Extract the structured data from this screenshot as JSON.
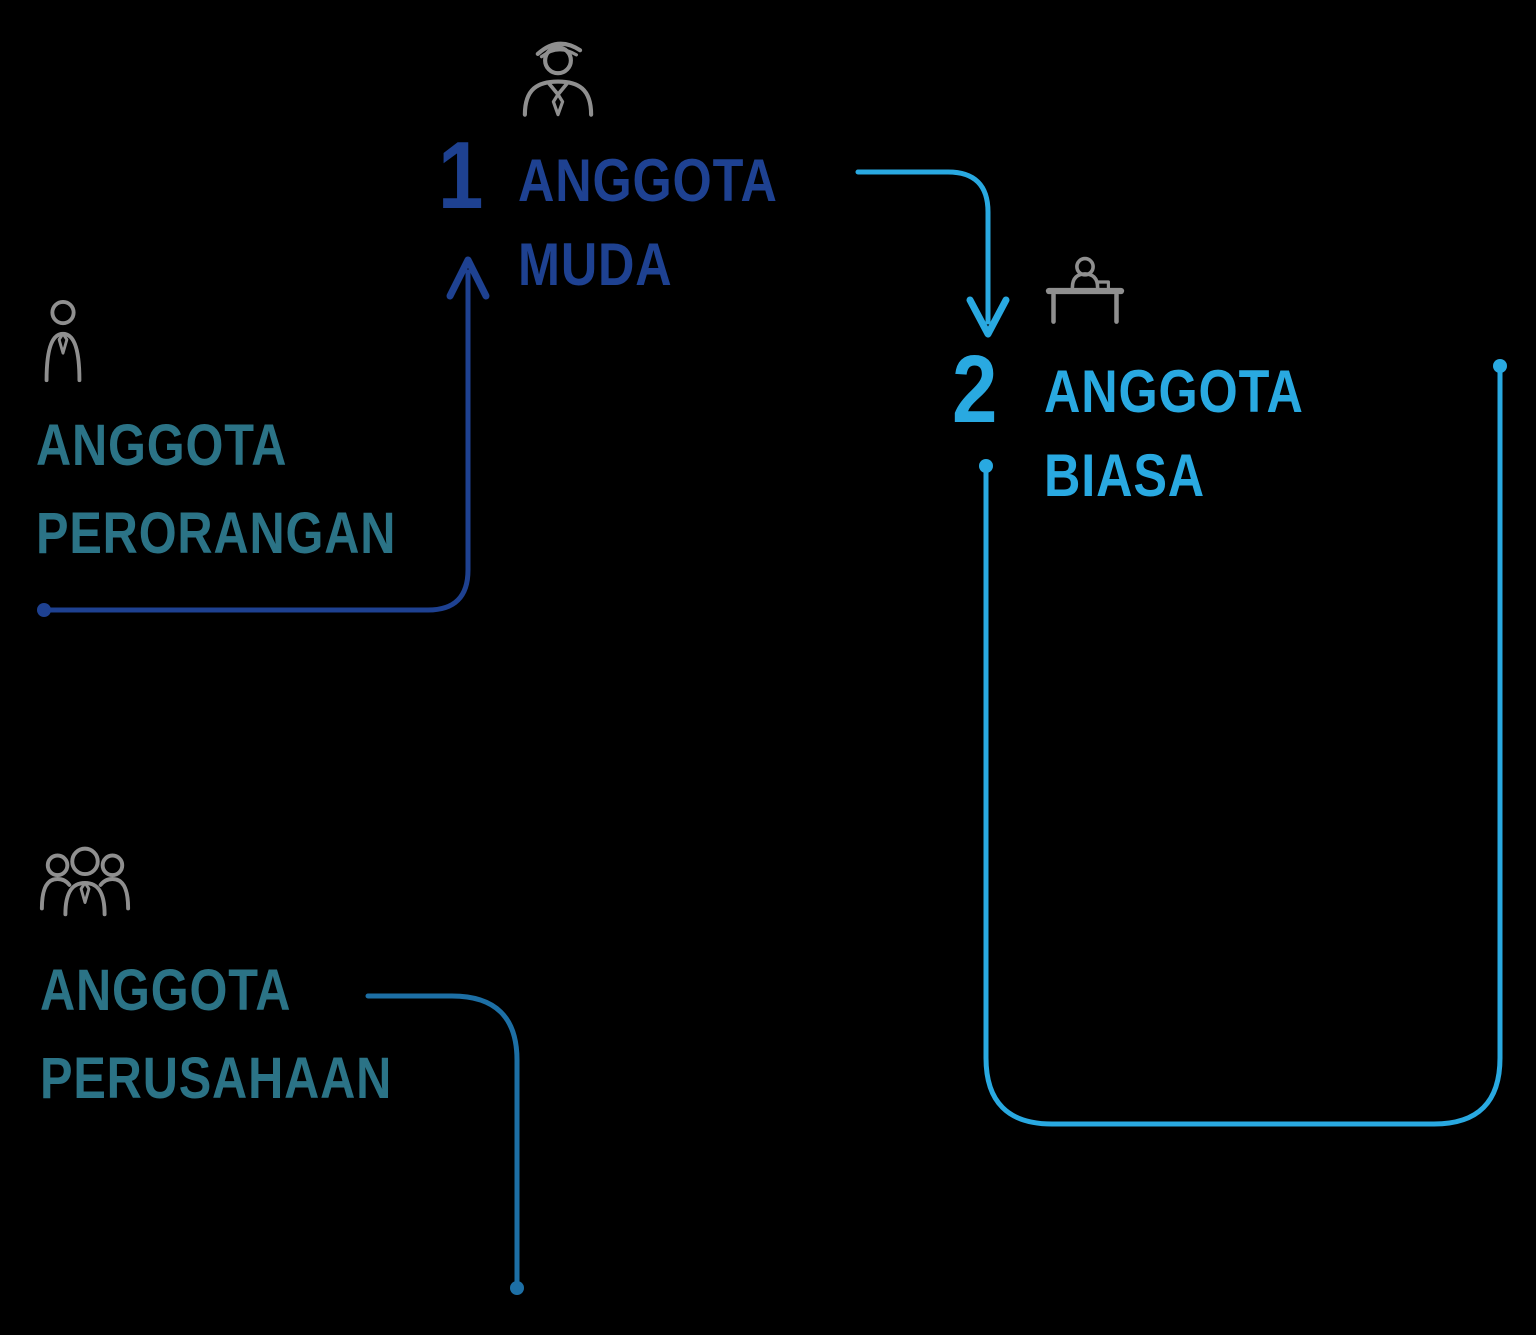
{
  "colors": {
    "background": "#000000",
    "navy_blue": "#1e4191",
    "light_blue": "#29a9e1",
    "teal": "#2b7386",
    "steel_blue": "#1d6fa5",
    "icon_gray": "#8f8f8f"
  },
  "nodes": {
    "anggota_perorangan": {
      "line1": "ANGGOTA",
      "line2": "PERORANGAN",
      "icon": "person-icon"
    },
    "anggota_muda": {
      "number": "1",
      "line1": "ANGGOTA",
      "line2": "MUDA",
      "icon": "graduate-person-icon"
    },
    "anggota_biasa": {
      "number": "2",
      "line1": "ANGGOTA",
      "line2": "BIASA",
      "icon": "person-at-desk-icon"
    },
    "anggota_perusahaan": {
      "line1": "ANGGOTA",
      "line2": "PERUSAHAAN",
      "icon": "people-group-icon"
    }
  }
}
